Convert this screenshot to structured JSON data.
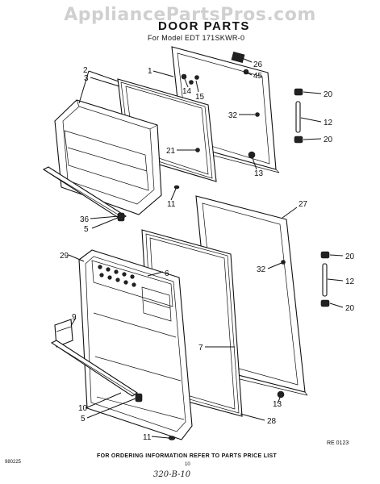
{
  "header": {
    "watermark": "AppliancePartsPros.com",
    "title": "DOOR PARTS",
    "subtitle": "For Model EDT 171SKWR-0"
  },
  "callouts": [
    "1",
    "2",
    "3",
    "26",
    "45",
    "14",
    "15",
    "20",
    "32",
    "12",
    "20",
    "21",
    "13",
    "11",
    "27",
    "36",
    "5",
    "29",
    "6",
    "32",
    "20",
    "12",
    "20",
    "9",
    "7",
    "13",
    "28",
    "10",
    "5",
    "11"
  ],
  "footer": {
    "note": "FOR ORDERING INFORMATION REFER TO PARTS PRICE LIST",
    "ref": "RE 0123",
    "code": "980225",
    "page": "10",
    "handwritten": "320-B-10"
  }
}
